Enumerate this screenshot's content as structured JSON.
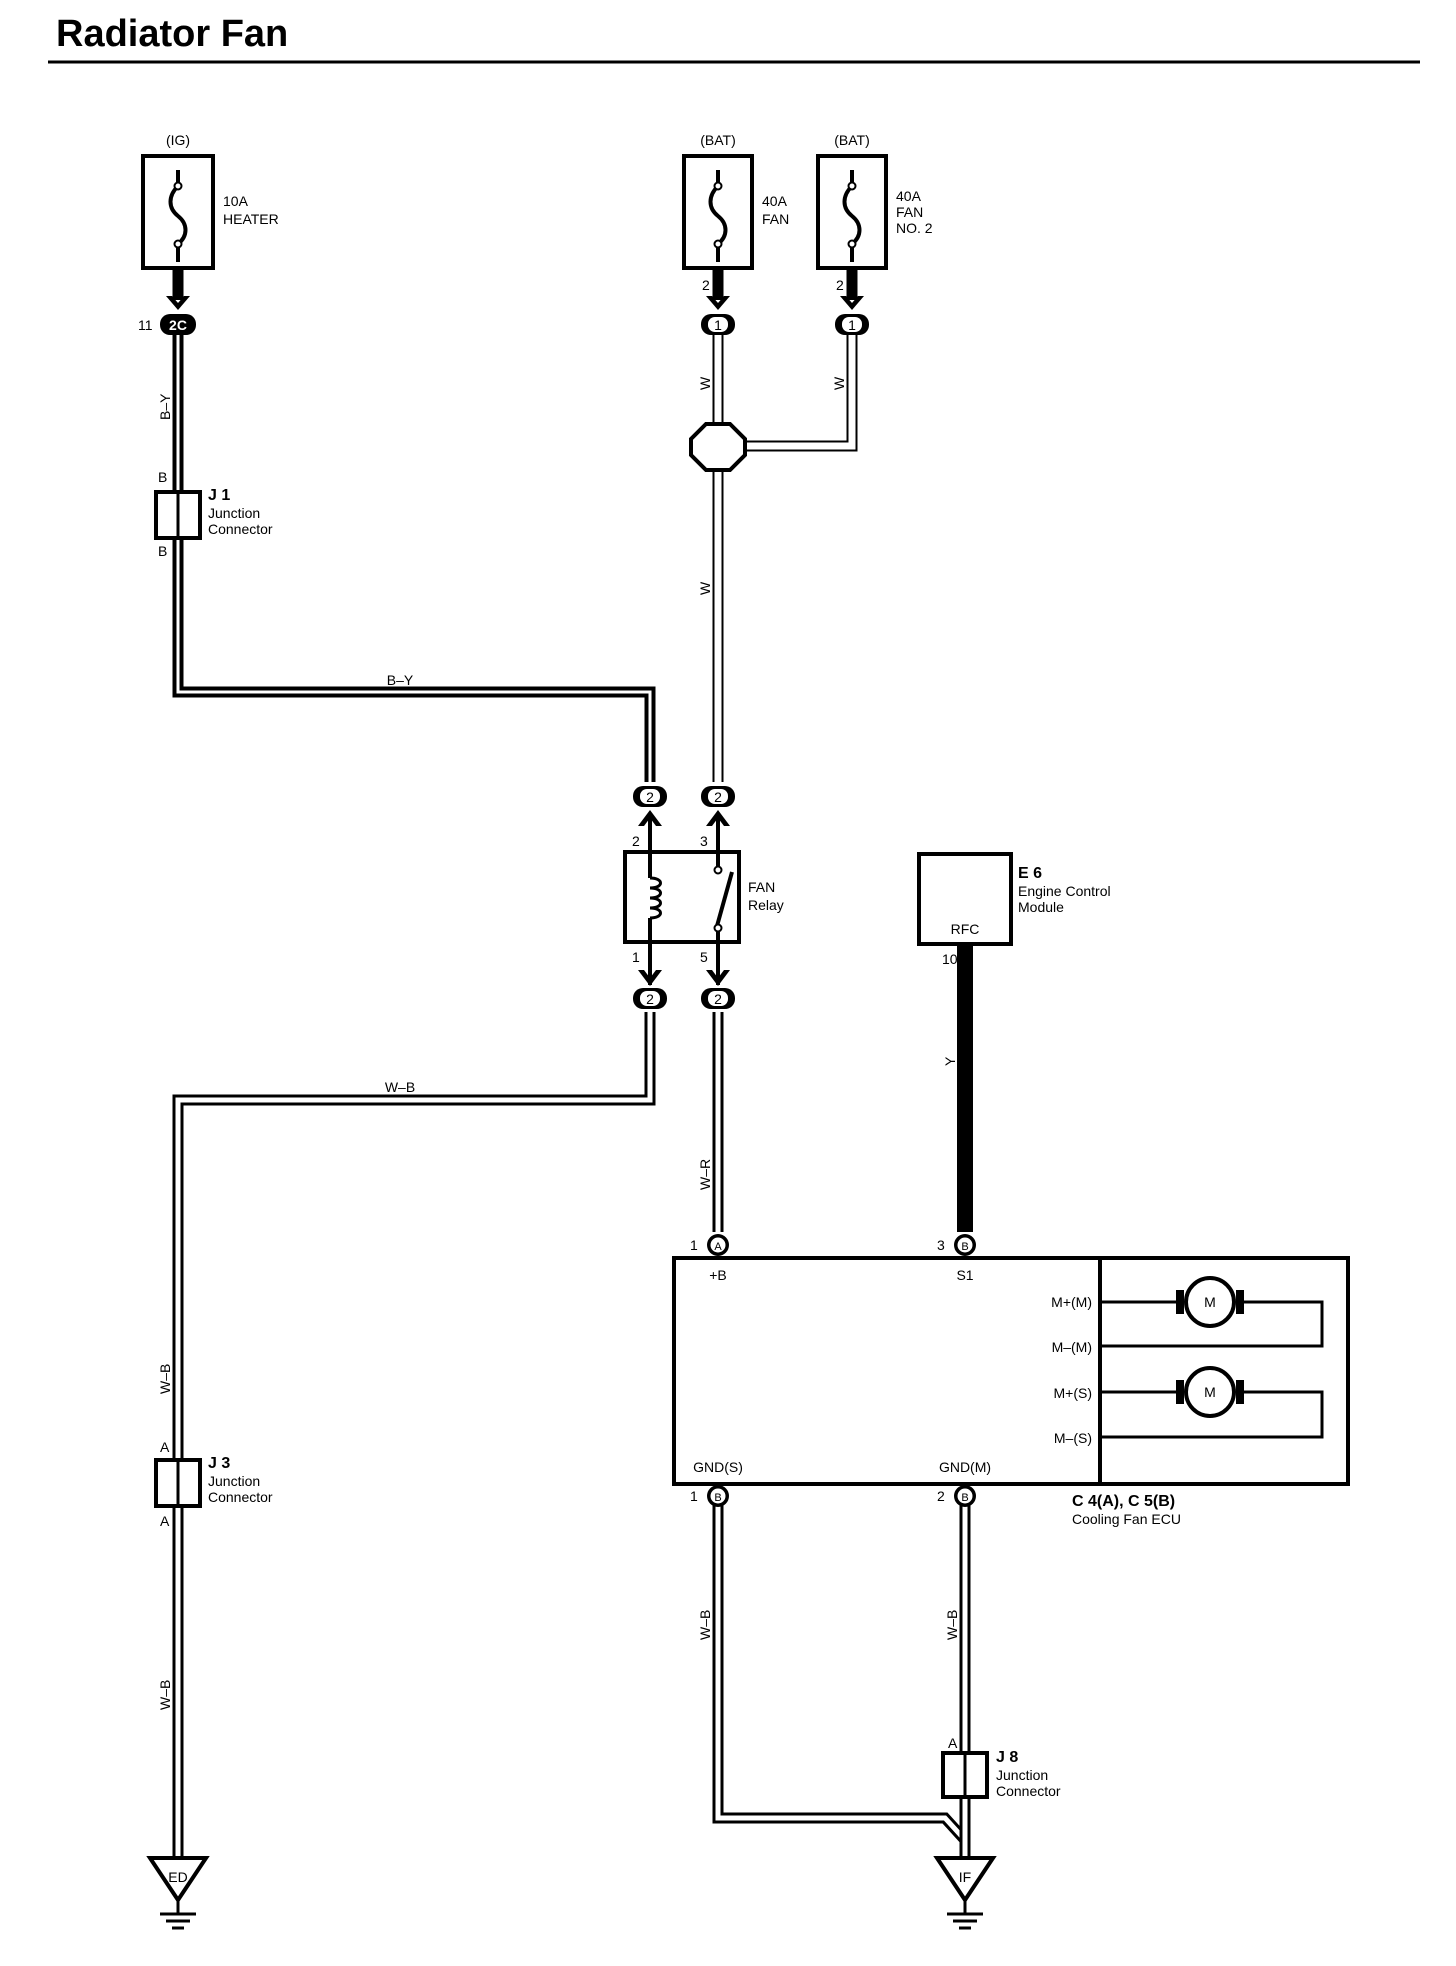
{
  "title": "Radiator Fan",
  "fuses": [
    {
      "source": "(IG)",
      "rating": "10A",
      "name": "HEATER",
      "name2": ""
    },
    {
      "source": "(BAT)",
      "rating": "40A",
      "name": "FAN",
      "name2": ""
    },
    {
      "source": "(BAT)",
      "rating": "40A",
      "name": "FAN",
      "name2": "NO. 2"
    }
  ],
  "junctions": [
    {
      "id": "J 1",
      "name1": "Junction",
      "name2": "Connector",
      "pin_top": "B",
      "pin_bottom": "B"
    },
    {
      "id": "J 3",
      "name1": "Junction",
      "name2": "Connector",
      "pin_top": "A",
      "pin_bottom": "A"
    },
    {
      "id": "J 8",
      "name1": "Junction",
      "name2": "Connector",
      "pin_top": "A"
    }
  ],
  "relay": {
    "name1": "FAN",
    "name2": "Relay",
    "pins": [
      "2",
      "3",
      "1",
      "5"
    ]
  },
  "ecm": {
    "id": "E 6",
    "name1": "Engine Control",
    "name2": "Module",
    "terminal": "RFC",
    "pin": "10"
  },
  "ecu": {
    "id": "C 4(A), C 5(B)",
    "name": "Cooling Fan ECU",
    "terminals": [
      "+B",
      "S1",
      "GND(S)",
      "GND(M)"
    ],
    "motor_terminals": [
      "M+(M)",
      "M–(M)",
      "M+(S)",
      "M–(S)"
    ],
    "motor_label": "M",
    "pins": [
      "1",
      "3",
      "1",
      "2"
    ],
    "connectors": [
      "A",
      "B",
      "B",
      "B"
    ]
  },
  "connectors": {
    "c2c": "2C",
    "c2c_pin": "11",
    "c1": "1",
    "c2": "2",
    "fuse_pin": "2"
  },
  "wires": {
    "by": "B–Y",
    "w": "W",
    "wb": "W–B",
    "wr": "W–R",
    "y": "Y"
  },
  "grounds": [
    "ED",
    "IF"
  ]
}
